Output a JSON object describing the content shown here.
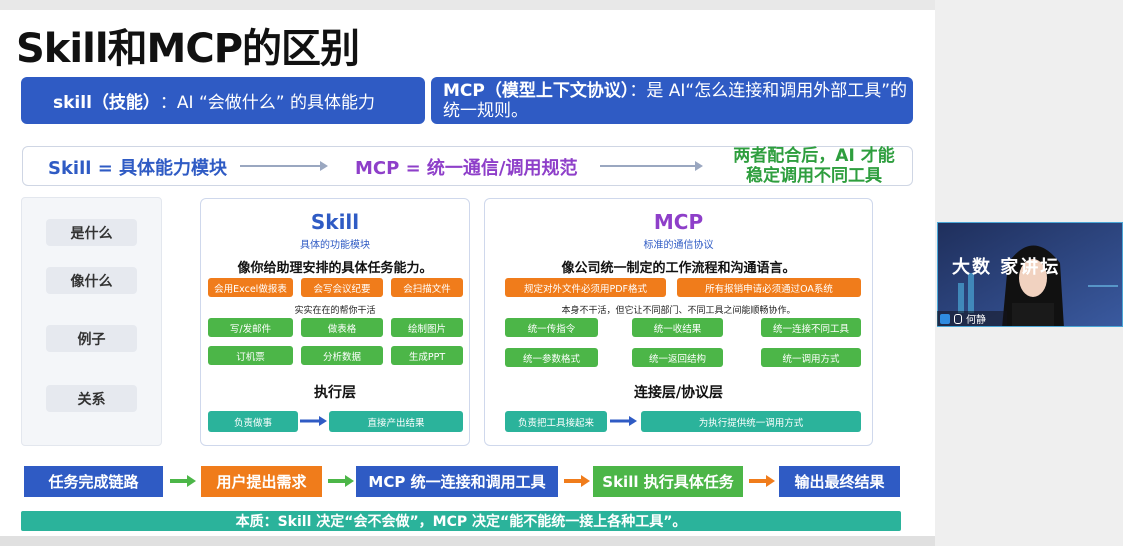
{
  "title": "Skill和MCP的区别",
  "definitions": {
    "skill_term": "skill（技能）",
    "skill_def": "：AI “会做什么” 的具体能力",
    "mcp_term": "MCP（模型上下文协议）",
    "mcp_def_line1": "：是 AI“怎么连接和调用外部工具”的",
    "mcp_def_line2": "统一规则。"
  },
  "summary_flow": {
    "skill": "Skill = 具体能力模块",
    "mcp": "MCP = 统一通信/调用规范",
    "result_line1": "两者配合后，AI 才能",
    "result_line2": "稳定调用不同工具",
    "colors": {
      "skill": "#2f5bc4",
      "mcp": "#8e3fc9",
      "result": "#2e9e3e"
    }
  },
  "categories": [
    "是什么",
    "像什么",
    "例子",
    "关系"
  ],
  "skill_card": {
    "title": "Skill",
    "subtitle": "具体的功能模块",
    "description": "像你给助理安排的具体任务能力。",
    "orange_items": [
      "会用Excel做报表",
      "会写会议纪要",
      "会扫描文件"
    ],
    "note": "实实在在的帮你干活",
    "green_items": [
      "写/发邮件",
      "做表格",
      "绘制图片",
      "订机票",
      "分析数据",
      "生成PPT"
    ],
    "layer": "执行层",
    "relation_left": "负责做事",
    "relation_right": "直接产出结果"
  },
  "mcp_card": {
    "title": "MCP",
    "subtitle": "标准的通信协议",
    "description": "像公司统一制定的工作流程和沟通语言。",
    "orange_items": [
      "规定对外文件必须用PDF格式",
      "所有报销申请必须通过OA系统"
    ],
    "note": "本身不干活，但它让不同部门、不同工具之间能顺畅协作。",
    "green_items": [
      "统一传指令",
      "统一收结果",
      "统一连接不同工具",
      "统一参数格式",
      "统一返回结构",
      "统一调用方式"
    ],
    "layer": "连接层/协议层",
    "relation_left": "负责把工具接起来",
    "relation_right": "为执行提供统一调用方式"
  },
  "chain": {
    "start": "任务完成链路",
    "step1": "用户提出需求",
    "step2": "MCP 统一连接和调用工具",
    "step3": "Skill 执行具体任务",
    "step4": "输出最终结果"
  },
  "essence": "本质：Skill 决定“会不会做”，MCP 决定“能不能统一接上各种工具”。",
  "video": {
    "banner": "大数 家讲坛",
    "name": "何静"
  }
}
